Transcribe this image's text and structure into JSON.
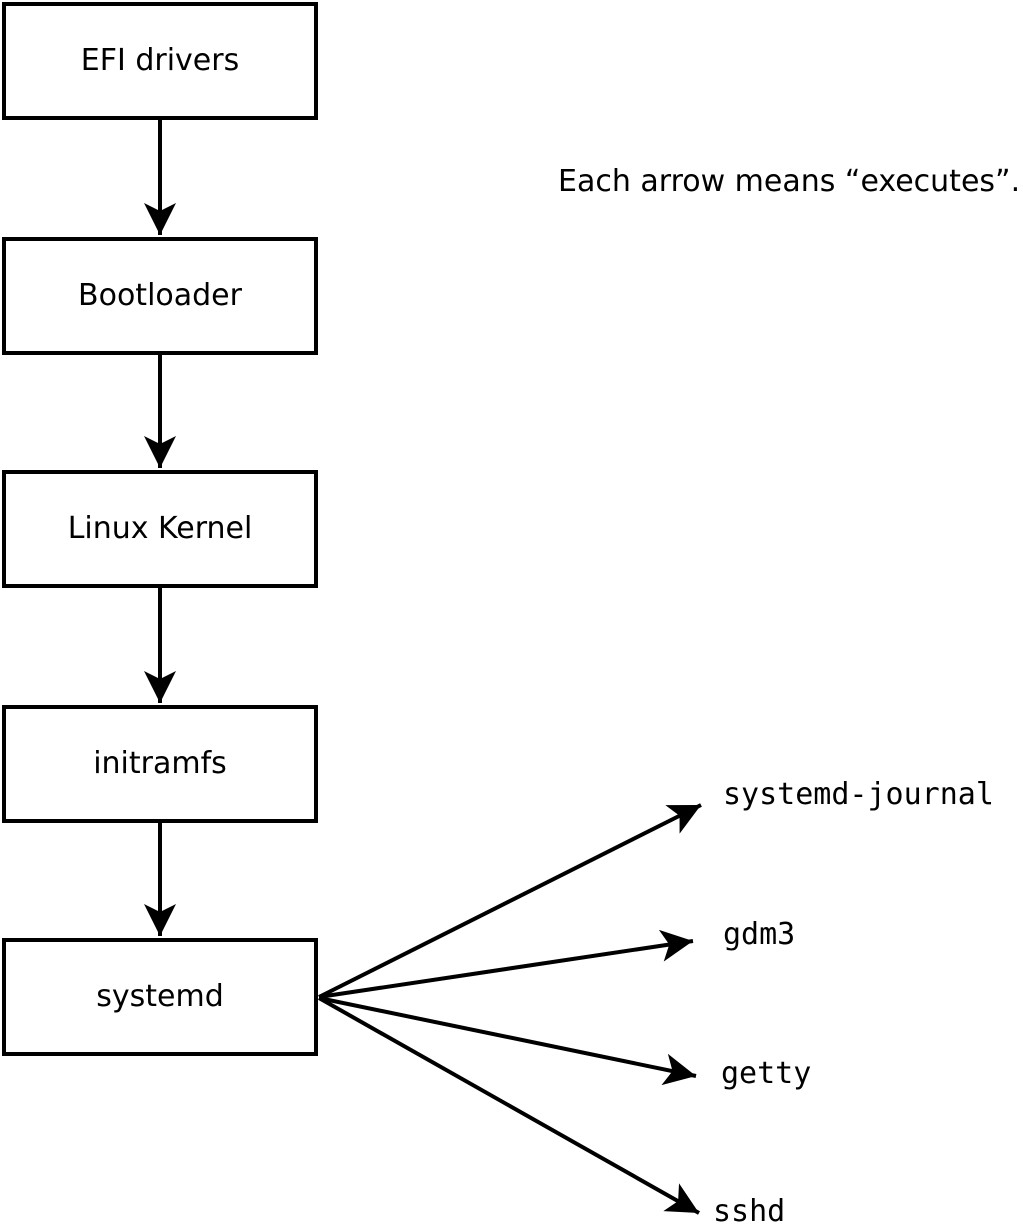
{
  "caption": {
    "text": "Each arrow means “executes”."
  },
  "chain": {
    "boxes": [
      {
        "label": "EFI drivers"
      },
      {
        "label": "Bootloader"
      },
      {
        "label": "Linux Kernel"
      },
      {
        "label": "initramfs"
      },
      {
        "label": "systemd"
      }
    ]
  },
  "spawned": [
    {
      "label": "systemd-journal"
    },
    {
      "label": "gdm3"
    },
    {
      "label": "getty"
    },
    {
      "label": "sshd"
    }
  ],
  "colors": {
    "ink": "#000000",
    "background": "#ffffff"
  }
}
